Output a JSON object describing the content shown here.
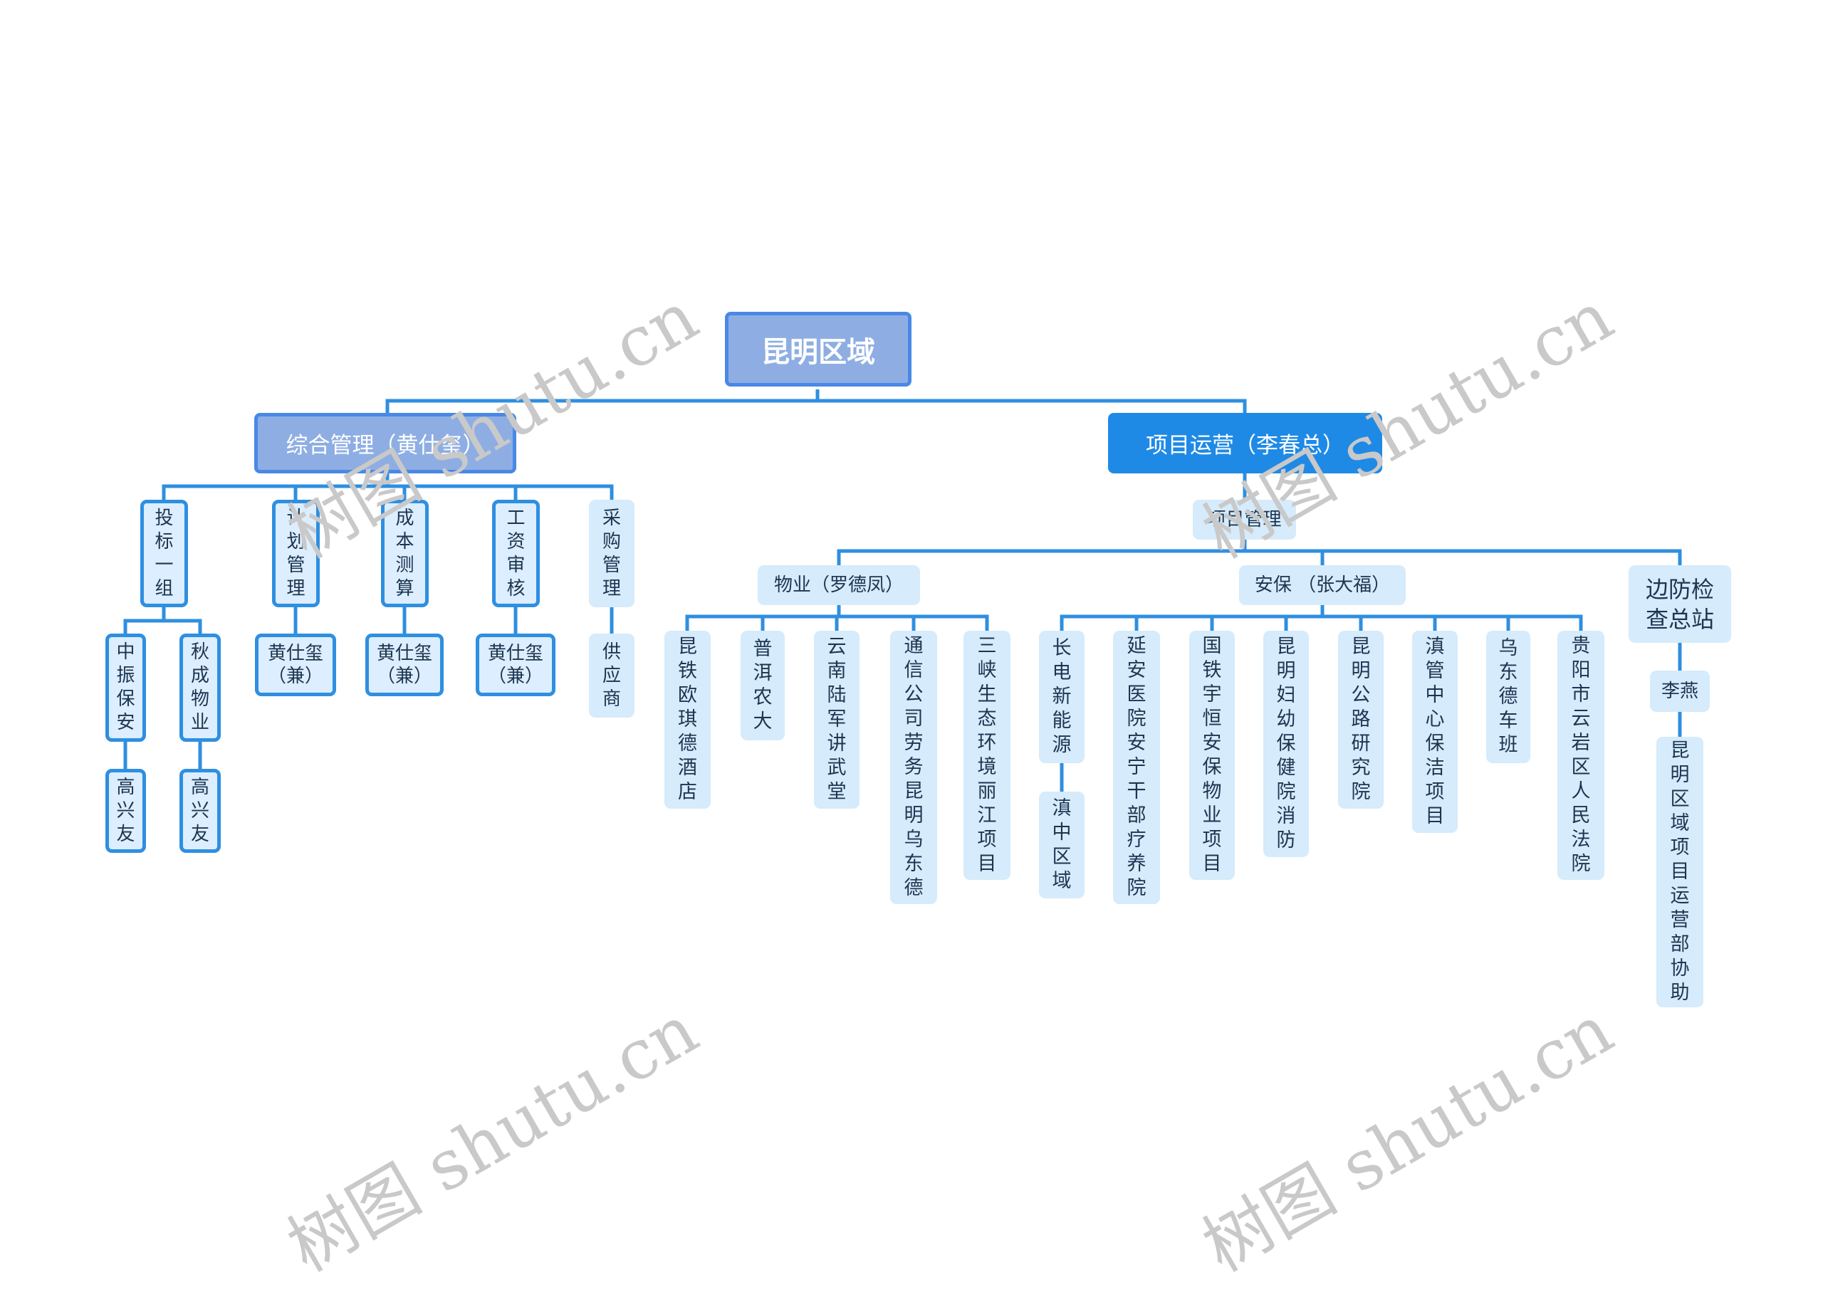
{
  "root": "昆明区域",
  "branch_left": {
    "title": "综合管理（黄仕玺）",
    "children": [
      {
        "label": "投标一组",
        "children": [
          {
            "label": "中振保安",
            "child": "高兴友"
          },
          {
            "label": "秋成物业",
            "child": "高兴友"
          }
        ]
      },
      {
        "label": "计划管理",
        "child": "黄仕玺（兼）"
      },
      {
        "label": "成本测算",
        "child": "黄仕玺（兼）"
      },
      {
        "label": "工资审核",
        "child": "黄仕玺（兼）"
      },
      {
        "label": "采购管理",
        "child": "供应商"
      }
    ]
  },
  "branch_right": {
    "title": "项目运营（李春总）",
    "sub": "项目管理",
    "property": {
      "title": "物业（罗德凤）",
      "items": [
        "昆铁欧琪德酒店",
        "普洱农大",
        "云南陆军讲武堂",
        "通信公司劳务昆明乌东德",
        "三峡生态环境丽江项目"
      ]
    },
    "security": {
      "title": "安保 （张大福）",
      "items": [
        "长电新能源",
        "延安医院安宁干部疗养院",
        "国铁宇恒安保物业项目",
        "昆明妇幼保健院消防",
        "昆明公路研究院",
        "滇管中心保洁项目",
        "乌东德车班",
        "贵阳市云岩区人民法院"
      ],
      "changdian_child": "滇中区域"
    },
    "border": {
      "title": "边防检查总站",
      "person": "李燕",
      "duty": "昆明区域项目运营部协助"
    }
  },
  "watermark": "树图 shutu.cn"
}
